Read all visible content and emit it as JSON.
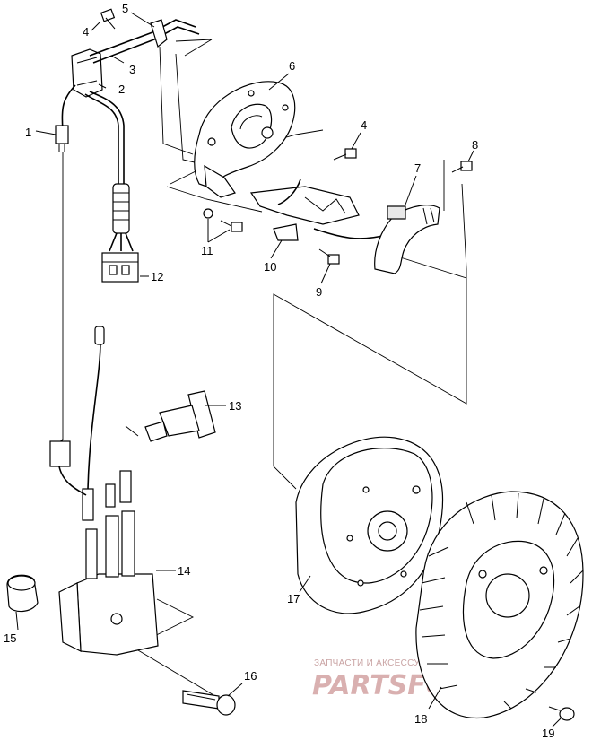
{
  "callouts": {
    "p1": "1",
    "p2": "2",
    "p3": "3",
    "p4a": "4",
    "p4b": "4",
    "p5": "5",
    "p6": "6",
    "p7": "7",
    "p8": "8",
    "p9": "9",
    "p10": "10",
    "p11": "11",
    "p12": "12",
    "p13": "13",
    "p14": "14",
    "p15": "15",
    "p16": "16",
    "p17": "17",
    "p18": "18",
    "p19": "19"
  },
  "watermark": {
    "caption": "ЗАПЧАСТИ И АКСЕССУАРЫ ДЛЯ МОТОТЕХНИКИ",
    "brand": "PARTSFOR.RU"
  },
  "colors": {
    "ink": "#000000",
    "background": "#ffffff",
    "watermark": "#d9b0b0"
  }
}
